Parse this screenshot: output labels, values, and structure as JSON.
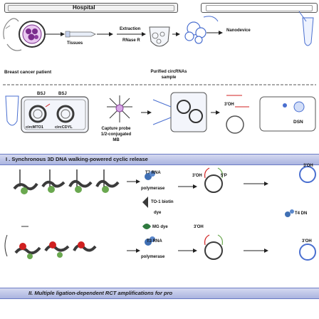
{
  "header": {
    "hospital_label": "Hospital"
  },
  "sample_prep": {
    "patient_label": "Breast cancer patient",
    "tissues_label": "Tissues",
    "extraction_label": "Extraction",
    "rnase_label": "RNase R",
    "nanodevice_label": "Nanodevice",
    "purified_label": "Purified circRNAs",
    "sample_label": "sample"
  },
  "capture": {
    "bsj_left": "BSJ",
    "bsj_right": "BSJ",
    "circ1": "circMTO1",
    "circ2": "circCDYL",
    "probe_label": "Capture probe",
    "probe_sub1": "1/2-conjugated",
    "probe_sub2": "MB",
    "dsn_label": "DSN",
    "oh_label": "3'OH"
  },
  "section1": {
    "title": "I . Synchronous 3D DNA walking-powered cyclic release"
  },
  "amplification": {
    "t7_label": "T7 RNA",
    "t7_sub": "polymerase",
    "to1_label": "TO-1 biotin",
    "to1_sub": "dye",
    "mg_label": "MG dye",
    "t3_label": "T3 RNA",
    "t3_sub": "polymerase",
    "oh_label1": "3'OH",
    "oh_label2": "3'OH",
    "p_label": "5'P",
    "t4_label": "T4 DN",
    "oh_right1": "3'OH",
    "oh_right2": "3'OH"
  },
  "section2": {
    "title": "II. Multiple ligation-dependent RCT amplifications for pro"
  }
}
